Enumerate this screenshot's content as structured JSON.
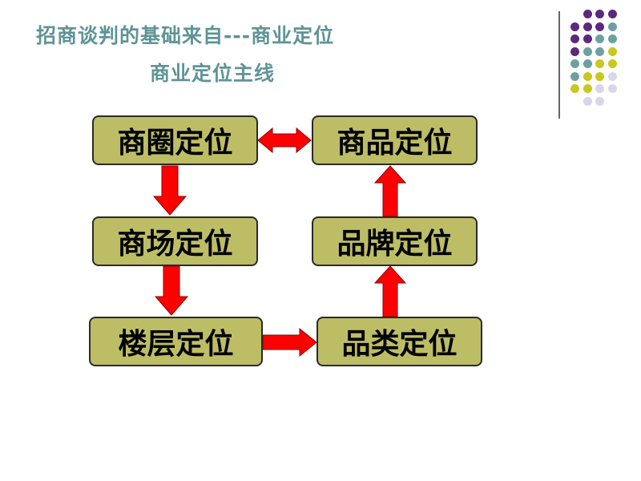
{
  "title": {
    "line1": "招商谈判的基础来自---商业定位",
    "line2": "商业定位主线"
  },
  "boxes": {
    "shangquan": "商圈定位",
    "shangpin": "商品定位",
    "shangchang": "商场定位",
    "pinpai": "品牌定位",
    "louceng": "楼层定位",
    "pinlei": "品类定位"
  },
  "colors": {
    "title": "#5f9497",
    "box_fill": "#bdbd65",
    "arrow": "#ff0000",
    "dot_purple": "#5b2a7e",
    "dot_teal": "#6fa0a1",
    "dot_yellow": "#c8c81e",
    "dot_lavender": "#d9d6ea"
  }
}
